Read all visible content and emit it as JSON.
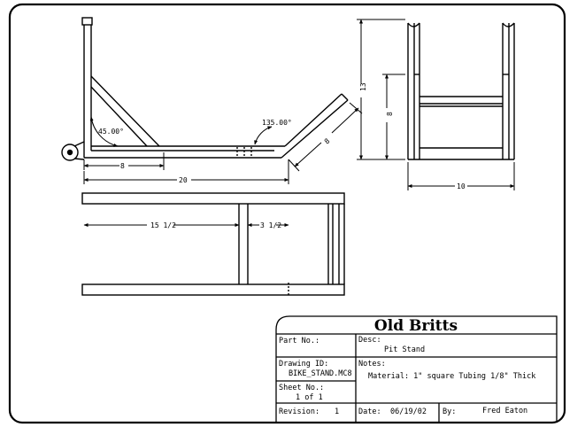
{
  "title_block": {
    "company": "Old Britts",
    "part_no_label": "Part No.:",
    "part_no_value": "",
    "desc_label": "Desc:",
    "desc_value": "Pit Stand",
    "drawing_id_label": "Drawing ID:",
    "drawing_id_value": "BIKE_STAND.MC8",
    "notes_label": "Notes:",
    "notes_value": "Material: 1\" square Tubing 1/8\" Thick",
    "sheet_label": "Sheet No.:",
    "sheet_value": "1 of 1",
    "revision_label": "Revision:",
    "revision_value": "1",
    "date_label": "Date:",
    "date_value": "06/19/02",
    "by_label": "By:",
    "by_value": "Fred Eaton"
  },
  "dimensions": {
    "angle_45": "45.00°",
    "angle_135": "135.00°",
    "base_8": "8",
    "base_20": "20",
    "slant_8": "8",
    "height_13": "13",
    "height_8": "8",
    "width_10": "10",
    "top_15_half": "15 1/2",
    "top_3_half": "3 1/2"
  }
}
